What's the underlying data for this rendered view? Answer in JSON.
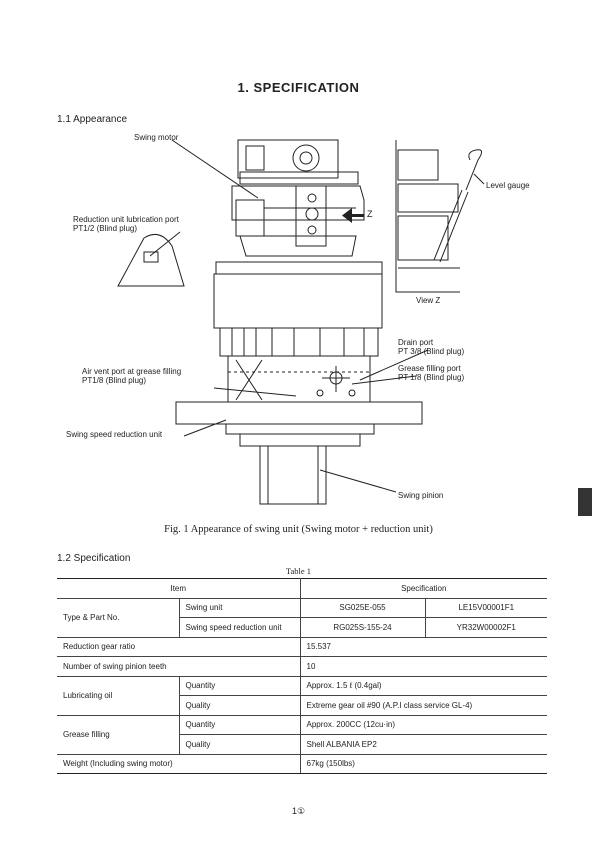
{
  "title": "1. SPECIFICATION",
  "sections": {
    "appearance": "1.1  Appearance",
    "specification": "1.2  Specification"
  },
  "figure": {
    "labels": {
      "swing_motor": "Swing motor",
      "reduction_lube_1": "Reduction unit lubrication port",
      "reduction_lube_2": "PT1/2 (Blind plug)",
      "z_arrow": "Z",
      "level_gauge": "Level gauge",
      "view_z": "View Z",
      "drain_1": "Drain port",
      "drain_2": "PT 3/8 (Blind plug)",
      "grease_1": "Grease filling port",
      "grease_2": "PT 1/8 (Blind plug)",
      "air_vent_1": "Air vent port at grease filling",
      "air_vent_2": "PT1/8 (Blind plug)",
      "reduction_unit": "Swing speed reduction unit",
      "pinion": "Swing pinion"
    },
    "caption": "Fig. 1   Appearance of swing unit (Swing motor + reduction unit)"
  },
  "table": {
    "caption": "Table 1",
    "header_item": "Item",
    "header_spec": "Specification",
    "type_part_no": "Type & Part No.",
    "swing_unit": "Swing unit",
    "swing_unit_model": "SG025E-055",
    "swing_unit_part": "LE15V00001F1",
    "reduction_unit": "Swing speed reduction unit",
    "reduction_unit_model": "RG025S-155-24",
    "reduction_unit_part": "YR32W00002F1",
    "gear_ratio_label": "Reduction gear ratio",
    "gear_ratio_value": "15.537",
    "pinion_teeth_label": "Number of swing pinion teeth",
    "pinion_teeth_value": "10",
    "lube_oil_label": "Lubricating oil",
    "quantity": "Quantity",
    "quality": "Quality",
    "lube_quantity": "Approx. 1.5 ℓ (0.4gal)",
    "lube_quality": "Extreme gear oil #90 (A.P.I class service GL-4)",
    "grease_label": "Grease filling",
    "grease_quantity": "Approx. 200CC (12cu·in)",
    "grease_quality": "Shell  ALBANIA  EP2",
    "weight_label": "Weight (Including swing motor)",
    "weight_value": "67kg (150lbs)"
  },
  "page_number": "1①"
}
